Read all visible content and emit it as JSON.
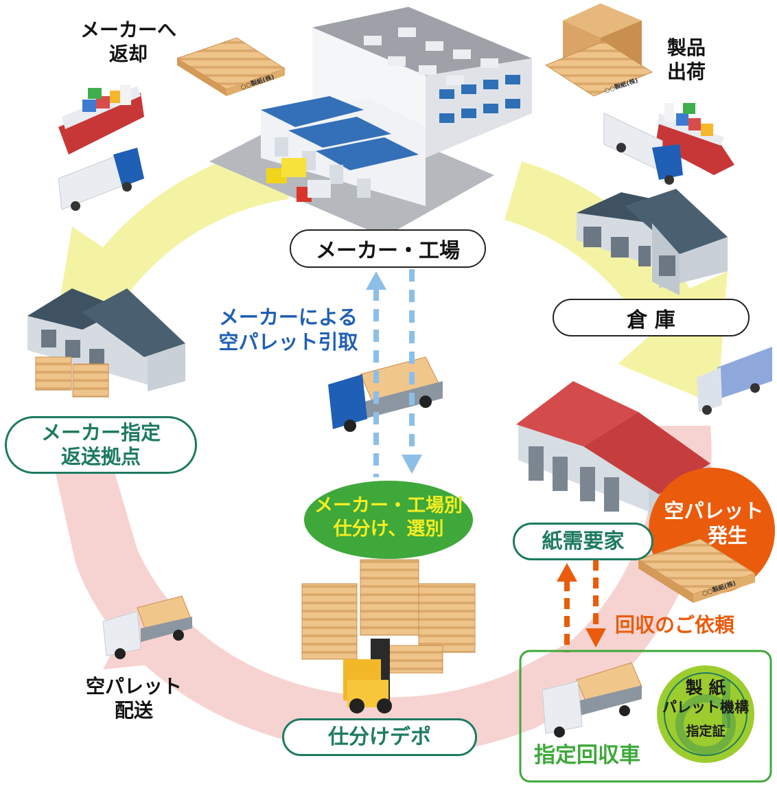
{
  "labels": {
    "maker_factory": "メーカー・工場",
    "warehouse": "倉 庫",
    "maker_return_hub_1": "メーカー指定",
    "maker_return_hub_2": "返送拠点",
    "paper_user": "紙需要家",
    "sorting_depot": "仕分けデポ",
    "return_to_maker_1": "メーカーへ",
    "return_to_maker_2": "返却",
    "product_ship_1": "製品",
    "product_ship_2": "出荷",
    "maker_pickup_1": "メーカーによる",
    "maker_pickup_2": "空パレット引取",
    "sort_by_maker_1": "メーカー・工場別",
    "sort_by_maker_2": "仕分け、選別",
    "empty_pallet_arise_1": "空パレット",
    "empty_pallet_arise_2": "発生",
    "collection_request": "回収のご依頼",
    "empty_pallet_delivery_1": "空パレット",
    "empty_pallet_delivery_2": "配送",
    "designated_vehicle": "指定回収車",
    "badge_1": "製 紙",
    "badge_2": "パレット機構",
    "badge_3": "指定証",
    "pallet_stamp": "○○製紙(株)"
  },
  "colors": {
    "cycle_yellow": "#f3f3a3",
    "cycle_pink": "#f6d3d1",
    "accent_green": "#1d7a5f",
    "oval_green": "#3ea83a",
    "oval_text_yellow": "#f6ee22",
    "blue_text": "#1f5fb5",
    "blue_arrow": "#8cbfe8",
    "orange": "#ea5b0c",
    "badge_green": "#9ccc2e"
  }
}
